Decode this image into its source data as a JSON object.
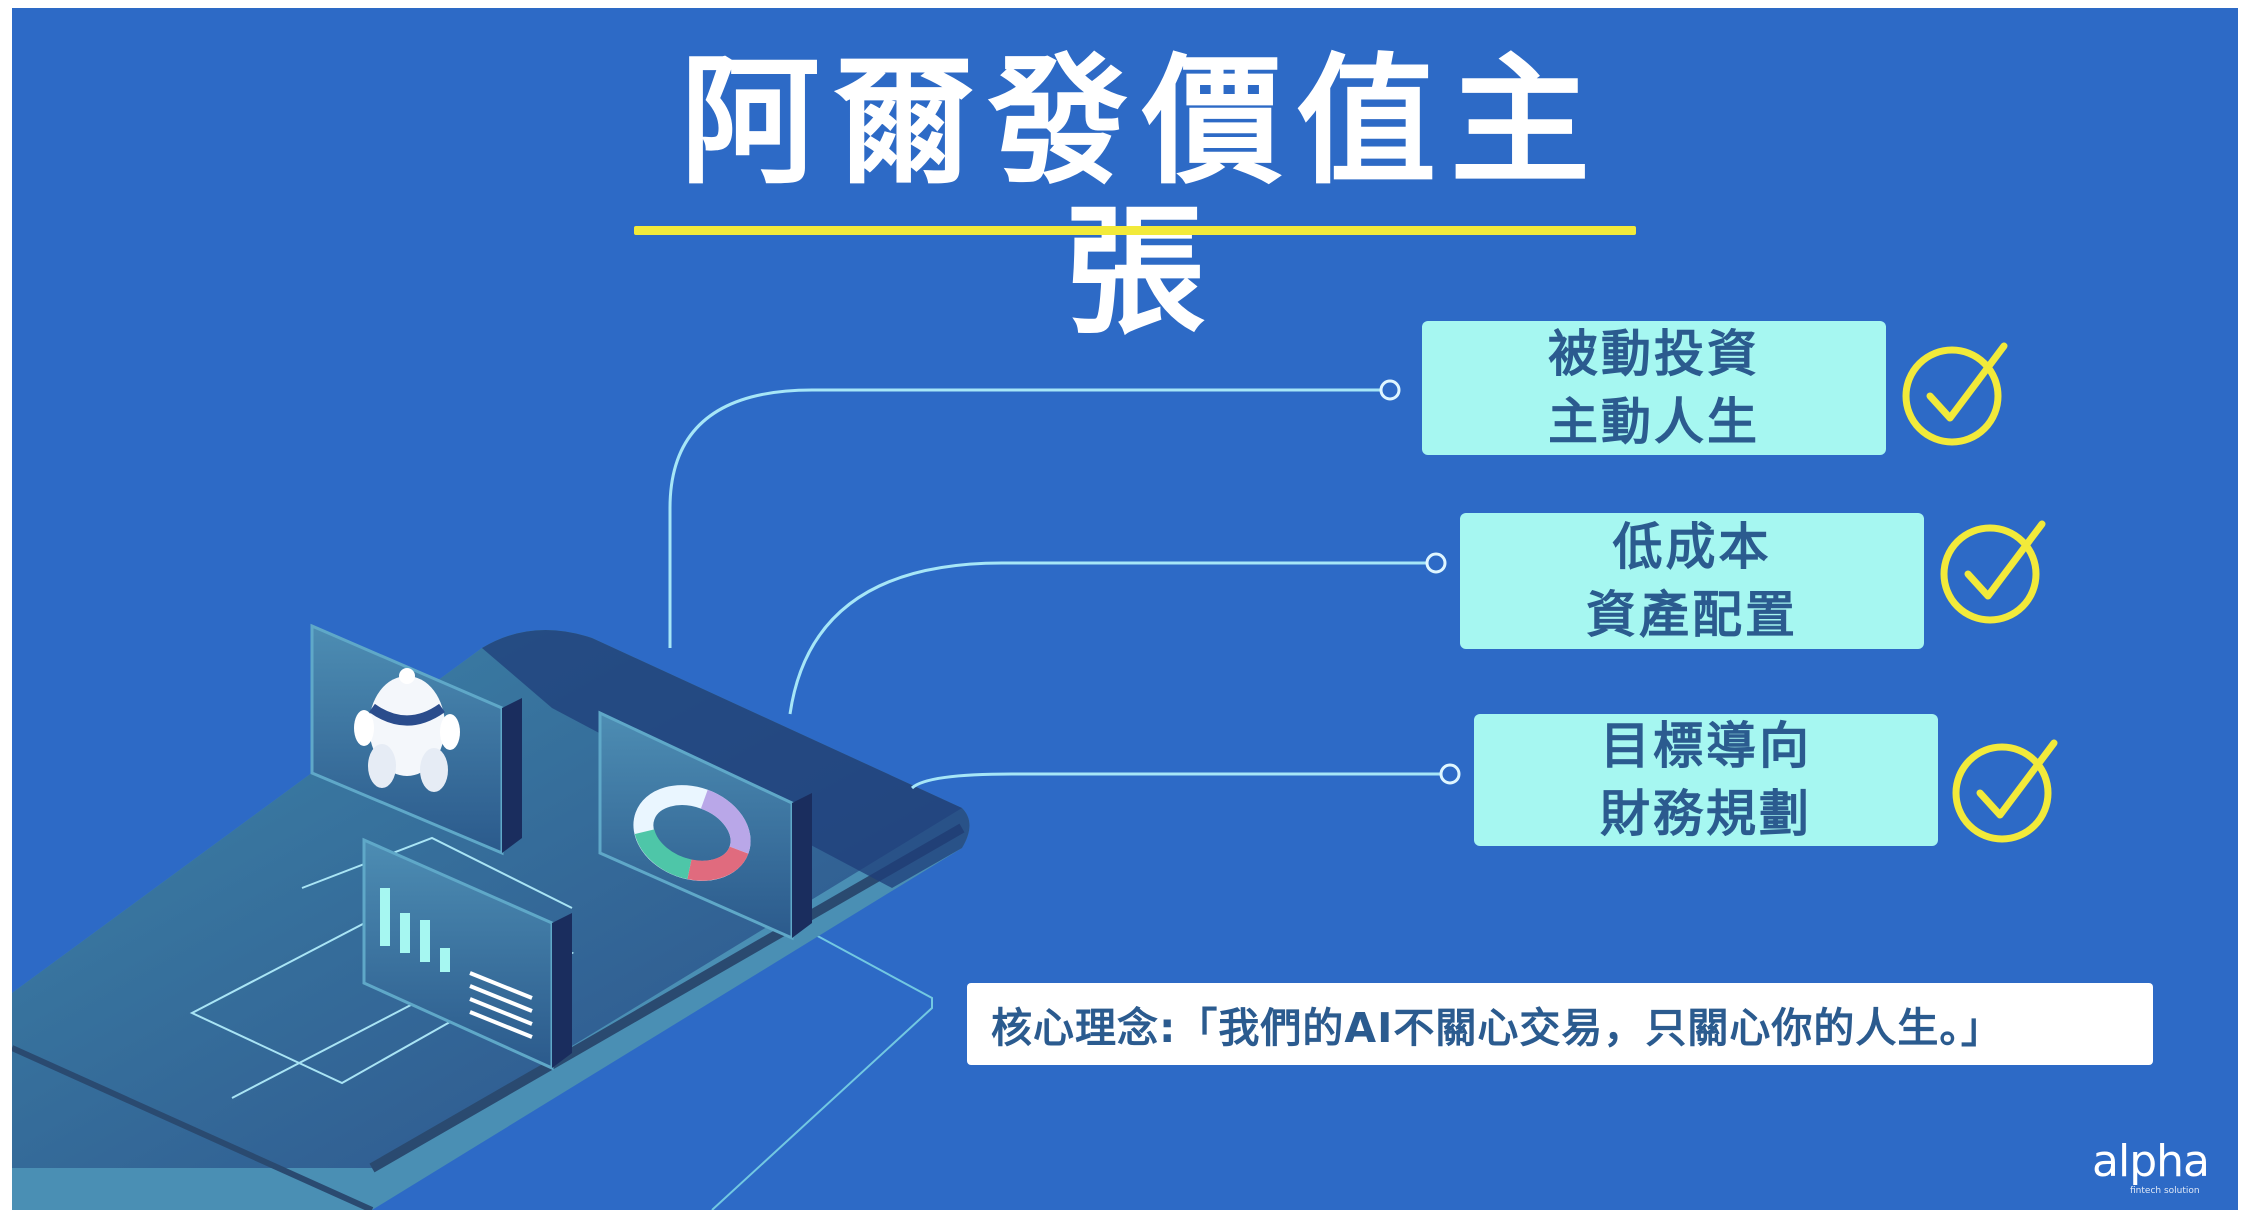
{
  "title": "阿爾發價值主張",
  "value_props": [
    {
      "line1": "被動投資",
      "line2": "主動人生"
    },
    {
      "line1": "低成本",
      "line2": "資產配置"
    },
    {
      "line1": "目標導向",
      "line2": "財務規劃"
    }
  ],
  "philosophy": "核心理念:「我們的AI不關心交易，只關心你的人生。」",
  "logo": {
    "text": "alpha",
    "tagline": "fintech solution"
  },
  "icons": [
    "robot-icon",
    "bar-chart-icon",
    "ring-chart-icon",
    "check-icon"
  ],
  "colors": {
    "background": "#2d6ac6",
    "accent_yellow": "#f2ea3a",
    "box_fill": "#a6f7f1",
    "box_text": "#2b5b8f"
  }
}
